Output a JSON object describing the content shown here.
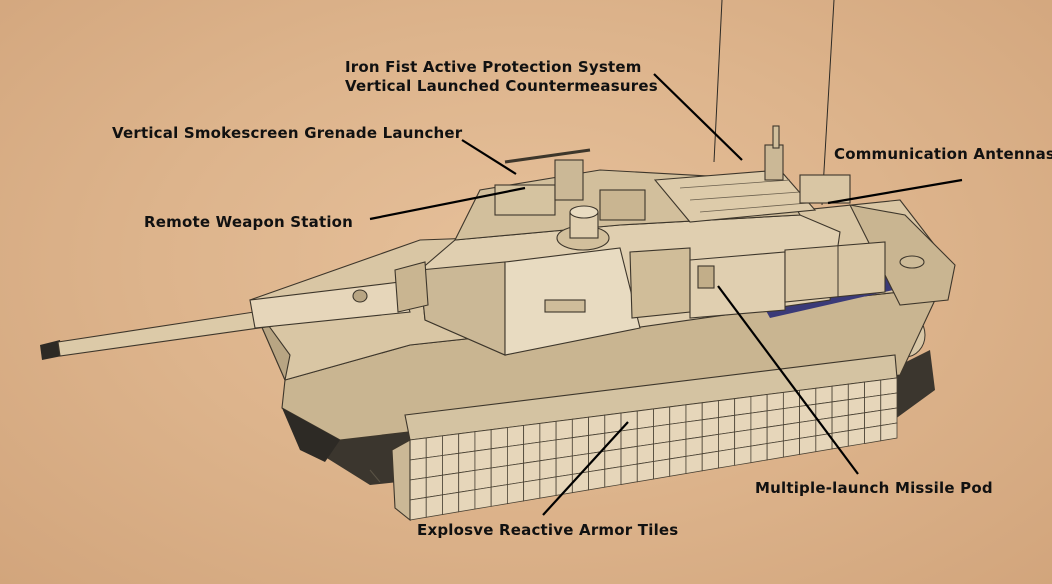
{
  "labels": {
    "iron_fist_line1": "Iron Fist Active Protection System",
    "iron_fist_line2": "Vertical Launched Countermeasures",
    "smokescreen": "Vertical Smokescreen Grenade Launcher",
    "remote_weapon": "Remote Weapon Station",
    "antennas": "Communication Antennas",
    "missile_pod": "Multiple-launch Missile Pod",
    "reactive_armor": "Explosve Reactive Armor Tiles"
  },
  "colors": {
    "background": "#ddb48c",
    "hull": "#d9c6a4",
    "hull_light": "#e8dbc1",
    "hull_shadow": "#b8a583",
    "skirt_stripe": "#3a3a78",
    "track": "#3b362e",
    "leader_line": "#000000"
  }
}
